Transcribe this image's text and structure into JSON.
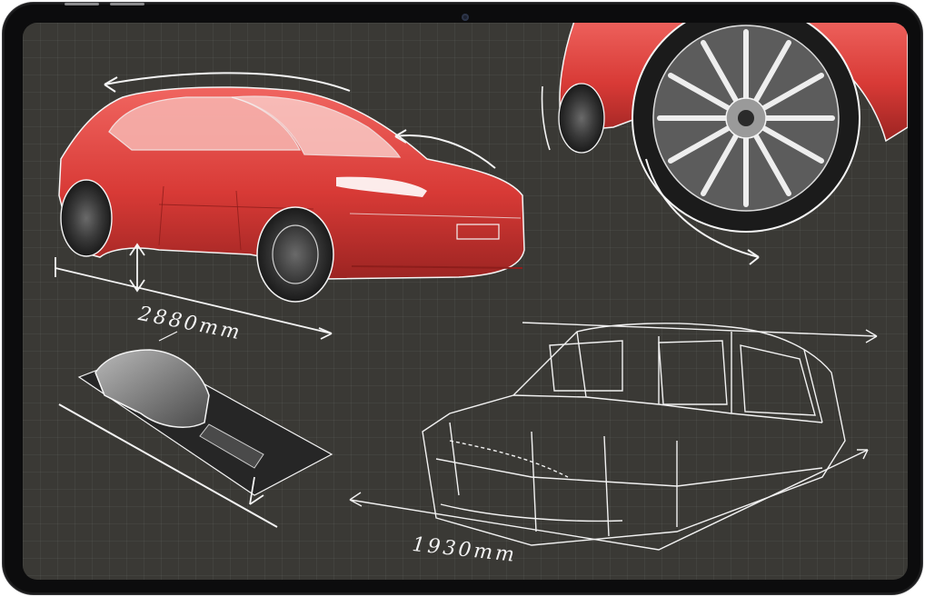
{
  "device": {
    "type": "tablet"
  },
  "sketch": {
    "background_color": "#3a3935",
    "accent_color": "#d83a36",
    "line_color": "#f2f2f2",
    "dimension_top": "2880mm",
    "dimension_bottom": "1930mm"
  }
}
